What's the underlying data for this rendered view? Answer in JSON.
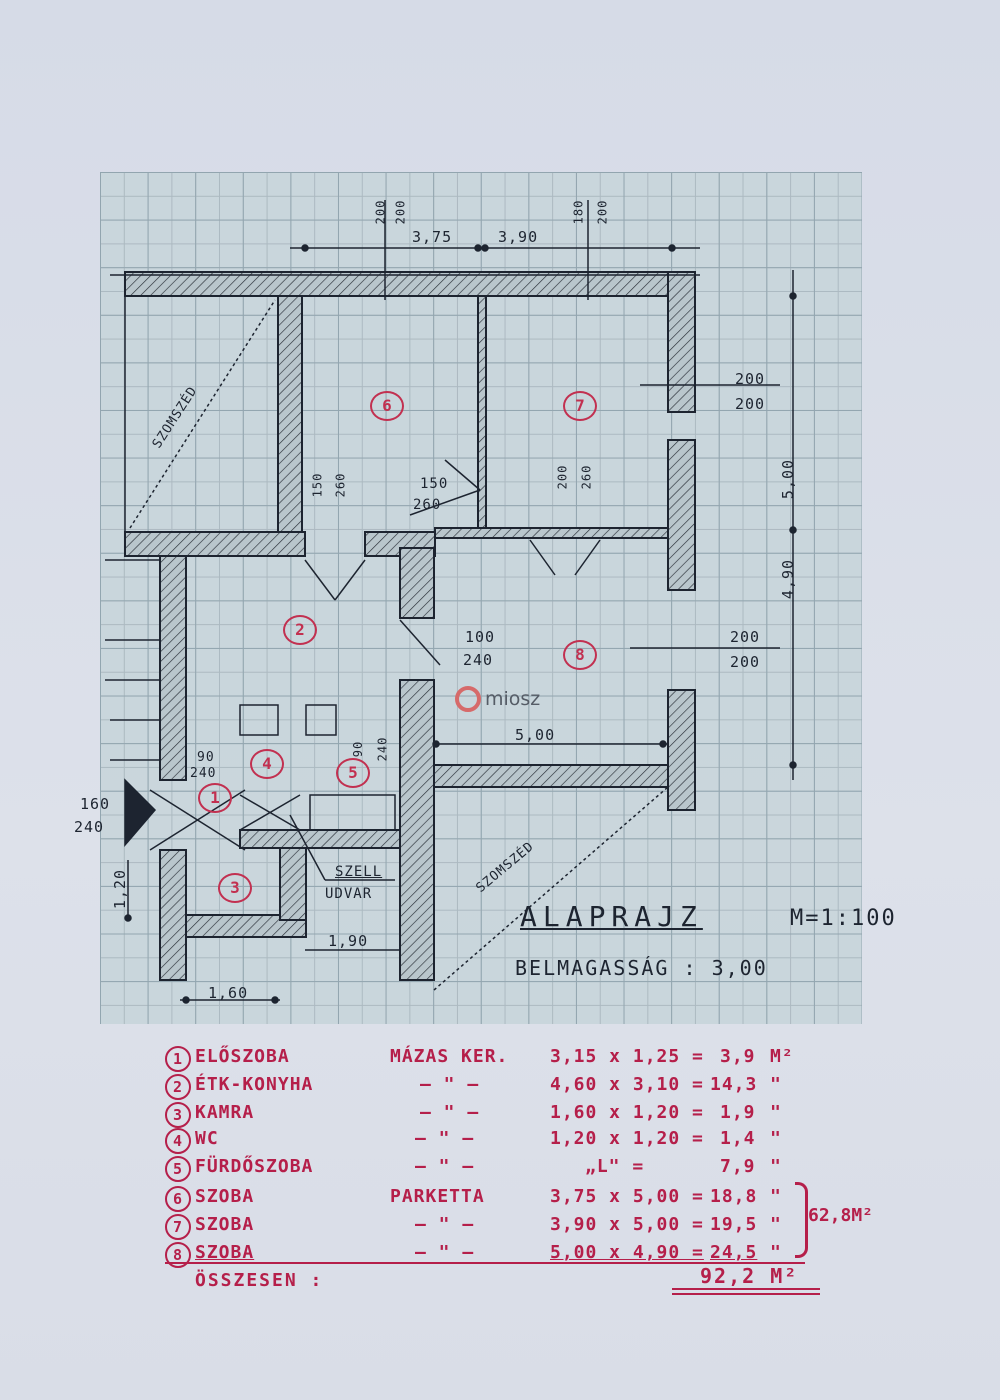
{
  "drawing": {
    "title": "ALAPRAJZ",
    "scale": "M=1:100",
    "ceiling_height": "BELMAGASSÁG : 3,00",
    "watermark": "miosz",
    "annotations": {
      "neighbor_top_left": "SZOMSZÉD",
      "neighbor_bottom_right": "SZOMSZÉD",
      "light_well": [
        "SZELL",
        "UDVAR"
      ]
    },
    "dimensions": {
      "top_room6_width": "3,75",
      "top_room7_width": "3,90",
      "top_window1": [
        "200",
        "200"
      ],
      "top_window2": [
        "180",
        "200"
      ],
      "right_upper_window": [
        "200",
        "200"
      ],
      "right_lower_window": [
        "200",
        "200"
      ],
      "right_height_upper": "5,00",
      "right_height_lower": "4,90",
      "room6_door": [
        "150",
        "260"
      ],
      "room6_window": [
        "150",
        "260"
      ],
      "room7_door": [
        "200",
        "260"
      ],
      "room8_door": [
        "100",
        "240"
      ],
      "room8_width": "5,00",
      "entry_door": [
        "160",
        "240"
      ],
      "hall_door": [
        "90",
        "240"
      ],
      "hall_side": "90",
      "bath_door": [
        "90",
        "240"
      ],
      "pantry_depth": "1,20",
      "pantry_width": "1,60",
      "lightwell_width": "1,90"
    },
    "room_markers": [
      "1",
      "2",
      "3",
      "4",
      "5",
      "6",
      "7",
      "8"
    ]
  },
  "room_table": {
    "rows": [
      {
        "num": "1",
        "name": "ELŐSZOBA",
        "floor": "MÁZAS KER.",
        "calc": "3,15 x 1,25 =",
        "area": "3,9",
        "unit": "M²"
      },
      {
        "num": "2",
        "name": "ÉTK-KONYHA",
        "floor": "— \" —",
        "calc": "4,60 x 3,10 =",
        "area": "14,3",
        "unit": "\""
      },
      {
        "num": "3",
        "name": "KAMRA",
        "floor": "— \" —",
        "calc": "1,60 x 1,20 =",
        "area": "1,9",
        "unit": "\""
      },
      {
        "num": "4",
        "name": "WC",
        "floor": "— \" —",
        "calc": "1,20 x 1,20 =",
        "area": "1,4",
        "unit": "\""
      },
      {
        "num": "5",
        "name": "FÜRDŐSZOBA",
        "floor": "— \" —",
        "calc": "„L\"          =",
        "area": "7,9",
        "unit": "\""
      },
      {
        "num": "6",
        "name": "SZOBA",
        "floor": "PARKETTA",
        "calc": "3,75 x 5,00 =",
        "area": "18,8",
        "unit": "\""
      },
      {
        "num": "7",
        "name": "SZOBA",
        "floor": "— \" —",
        "calc": "3,90 x 5,00 =",
        "area": "19,5",
        "unit": "\""
      },
      {
        "num": "8",
        "name": "SZOBA",
        "floor": "— \" —",
        "calc": "5,00 x 4,90 =",
        "area": "24,5",
        "unit": "\""
      }
    ],
    "rooms_subtotal": "62,8M²",
    "total_label": "ÖSSZESEN :",
    "total_value": "92,2 M²"
  },
  "colors": {
    "ink": "#1d2430",
    "red_ink": "#b51f4a",
    "grid_paper": "#c9d6dc",
    "paper": "#d9dde8"
  }
}
